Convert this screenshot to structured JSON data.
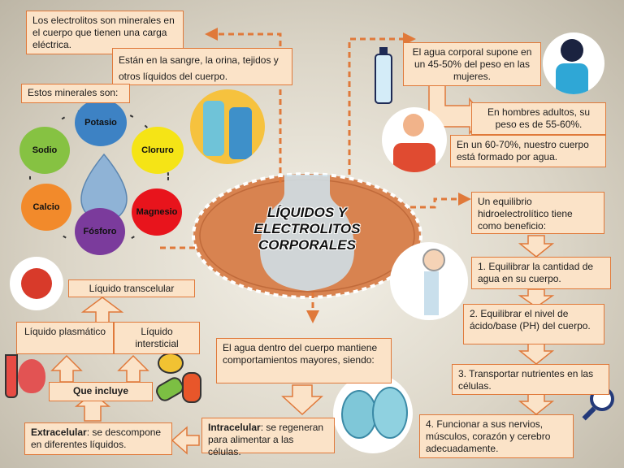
{
  "title": "LÍQUIDOS Y ELECTROLITOS CORPORALES",
  "boxes": {
    "definition": "Los electrolitos son minerales en el cuerpo que tienen una carga eléctrica.",
    "location": "Están en la sangre, la orina, tejidos y otros líquidos del cuerpo.",
    "minerals_intro": "Estos minerales son:",
    "body_water": "El agua corporal supone en un 45-50% del peso en las mujeres.",
    "men": "En hombres adultos, su peso es de 55-60%.",
    "general": "En un 60-70%, nuestro cuerpo está formado por agua.",
    "balance": "Un equilibrio hidroelectrolítico tiene como beneficio:",
    "benefit1": "1.   Equilibrar la cantidad de agua en su cuerpo.",
    "benefit2": "2.      Equilibrar el nivel de ácido/base (PH) del cuerpo.",
    "benefit3": "3.   Transportar nutrientes en las células.",
    "benefit4": "4.       Funcionar a sus nervios, músculos, corazón y cerebro adecuadamente.",
    "water_inside": "El agua dentro del cuerpo mantiene comportamientos mayores, siendo:",
    "intracelular_bold": "Intracelular",
    "intracelular_rest": ": se regeneran para alimentar a las células.",
    "extracelular_bold": "Extracelular",
    "extracelular_rest": ": se descompone en diferentes líquidos.",
    "que_incluye": "Que incluye",
    "plasmatico": "Líquido plasmático",
    "intersticial": "Líquido intersticial",
    "transcelular": "Líquido transcelular"
  },
  "minerals": {
    "potasio": "Potasio",
    "sodio": "Sodio",
    "cloruro": "Cloruro",
    "calcio": "Calcio",
    "magnesio": "Magnesio",
    "fosforo": "Fósforo"
  },
  "colors": {
    "accent": "#e0793a",
    "box_fill": "#fbe3c8",
    "potasio": "#3d82c4",
    "sodio": "#86c242",
    "cloruro": "#f5e416",
    "calcio": "#f28a2b",
    "magnesio": "#e8141c",
    "fosforo": "#7b3b9c"
  }
}
